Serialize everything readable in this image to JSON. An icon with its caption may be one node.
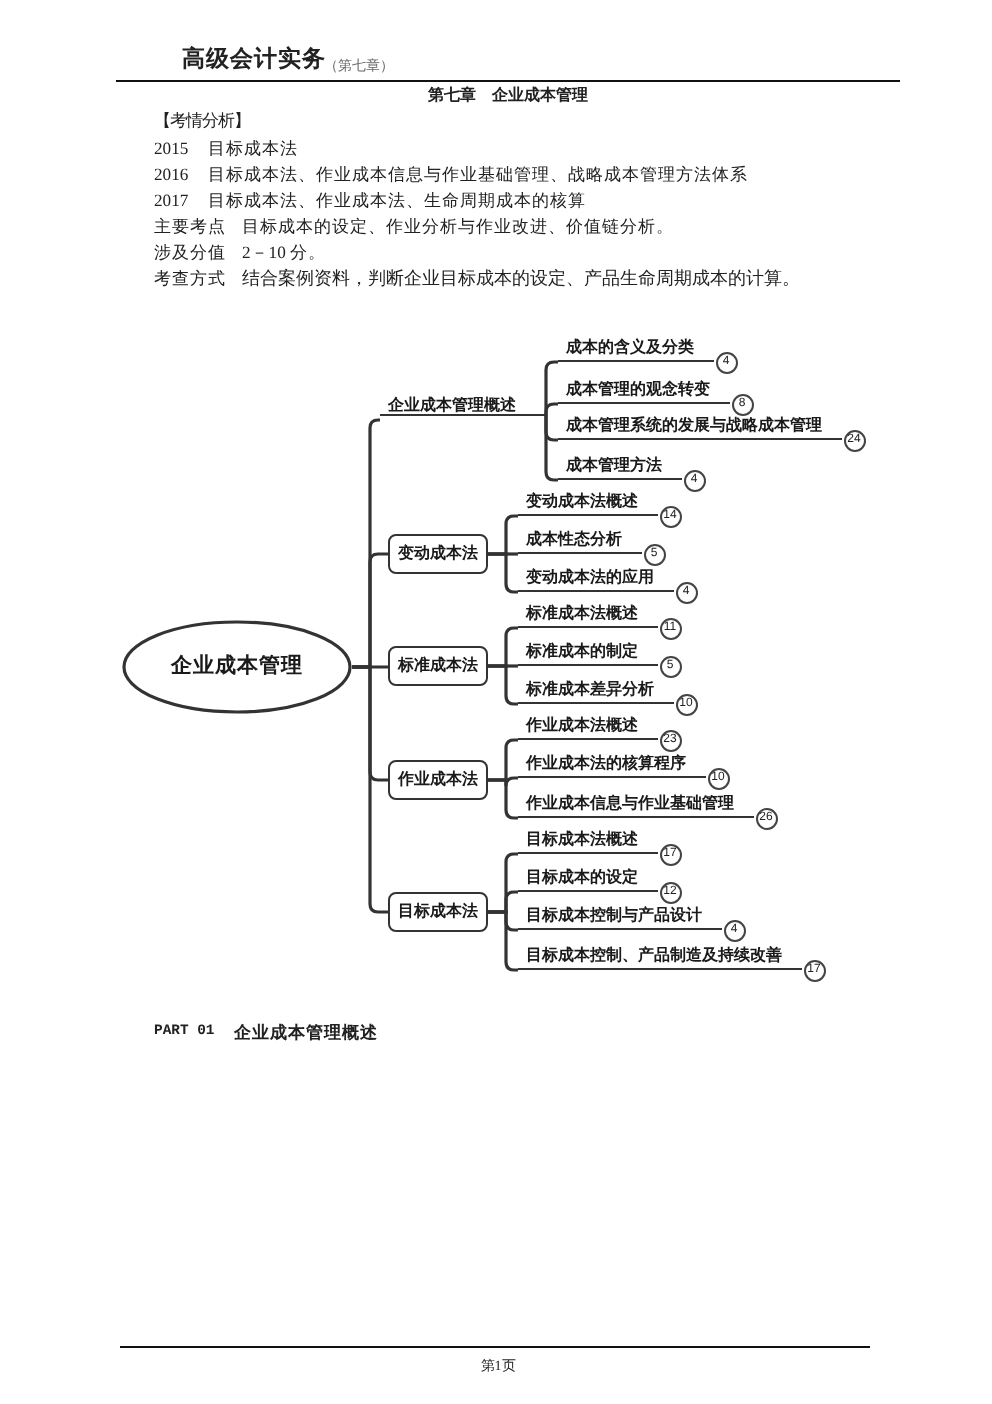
{
  "diagram": {
    "title": "第七章　企业成本管理",
    "nodes": [
      {
        "text": [
          "企业成本管理"
        ]
      },
      {
        "text": [
          "企业成本管理概述"
        ]
      },
      {
        "text": [
          "成本的含义及分类"
        ],
        "beside": [
          "4"
        ]
      },
      {
        "text": [
          "成本管理的观念转变"
        ],
        "beside": [
          "8"
        ]
      },
      {
        "text": [
          "成本管理系统的发展与战略成本管理"
        ],
        "beside": [
          "24"
        ]
      },
      {
        "text": [
          "成本管理方法"
        ],
        "beside": [
          "4"
        ]
      },
      {
        "text": [
          "变动成本法"
        ]
      },
      {
        "text": [
          "变动成本法概述"
        ],
        "beside": [
          "14"
        ]
      },
      {
        "text": [
          "成本性态分析"
        ],
        "beside": [
          "5"
        ]
      },
      {
        "text": [
          "变动成本法的应用"
        ],
        "beside": [
          "4"
        ]
      },
      {
        "text": [
          "标准成本法"
        ]
      },
      {
        "text": [
          "标准成本法概述"
        ],
        "beside": [
          "11"
        ]
      },
      {
        "text": [
          "标准成本的制定"
        ],
        "beside": [
          "5"
        ]
      },
      {
        "text": [
          "标准成本差异分析"
        ],
        "beside": [
          "10"
        ]
      },
      {
        "text": [
          "作业成本法"
        ]
      },
      {
        "text": [
          "作业成本法概述"
        ],
        "beside": [
          "23"
        ]
      },
      {
        "text": [
          "作业成本法的核算程序"
        ],
        "beside": [
          "10"
        ]
      },
      {
        "text": [
          "作业成本信息与作业基础管理"
        ],
        "beside": [
          "26"
        ]
      },
      {
        "text": [
          "目标成本法"
        ]
      },
      {
        "text": [
          "目标成本法概述"
        ],
        "beside": [
          "17"
        ]
      },
      {
        "text": [
          "目标成本的设定"
        ],
        "beside": [
          "12"
        ]
      },
      {
        "text": [
          "目标成本控制与产品设计"
        ],
        "beside": [
          "4"
        ]
      },
      {
        "text": [
          "目标成本控制、产品制造及持续改善"
        ],
        "beside": [
          "17"
        ]
      }
    ],
    "edges": [
      {
        "from": 0,
        "to": 1,
        "arrow": "none"
      },
      {
        "from": 1,
        "to": 2,
        "arrow": "none"
      },
      {
        "from": 1,
        "to": 3,
        "arrow": "none"
      },
      {
        "from": 1,
        "to": 4,
        "arrow": "none"
      },
      {
        "from": 1,
        "to": 5,
        "arrow": "none"
      },
      {
        "from": 0,
        "to": 6,
        "arrow": "none"
      },
      {
        "from": 6,
        "to": 7,
        "arrow": "none"
      },
      {
        "from": 6,
        "to": 8,
        "arrow": "none"
      },
      {
        "from": 6,
        "to": 9,
        "arrow": "none"
      },
      {
        "from": 0,
        "to": 10,
        "arrow": "none"
      },
      {
        "from": 10,
        "to": 11,
        "arrow": "none"
      },
      {
        "from": 10,
        "to": 12,
        "arrow": "none"
      },
      {
        "from": 10,
        "to": 13,
        "arrow": "none"
      },
      {
        "from": 0,
        "to": 14,
        "arrow": "none"
      },
      {
        "from": 14,
        "to": 15,
        "arrow": "none"
      },
      {
        "from": 14,
        "to": 16,
        "arrow": "none"
      },
      {
        "from": 14,
        "to": 17,
        "arrow": "none"
      },
      {
        "from": 0,
        "to": 18,
        "arrow": "none"
      },
      {
        "from": 18,
        "to": 19,
        "arrow": "none"
      },
      {
        "from": 18,
        "to": 20,
        "arrow": "none"
      },
      {
        "from": 18,
        "to": 21,
        "arrow": "none"
      },
      {
        "from": 18,
        "to": 22,
        "arrow": "none"
      }
    ],
    "labels": [
      "高级会计实务",
      "（第七章）",
      "【考情分析】",
      "2015",
      "目标成本法",
      "2016",
      "目标成本法、作业成本信息与作业基础管理、战略成本管理方法体系",
      "2017",
      "目标成本法、作业成本法、生命周期成本的核算",
      "主要考点",
      "目标成本的设定、作业分析与作业改进、价值链分析。",
      "涉及分值",
      "2－10 分。",
      "考查方式",
      "结合案例资料，判断企业目标成本的设定、产品生命周期成本的计算。",
      "PART 01",
      "企业成本管理概述",
      "第1页"
    ]
  }
}
